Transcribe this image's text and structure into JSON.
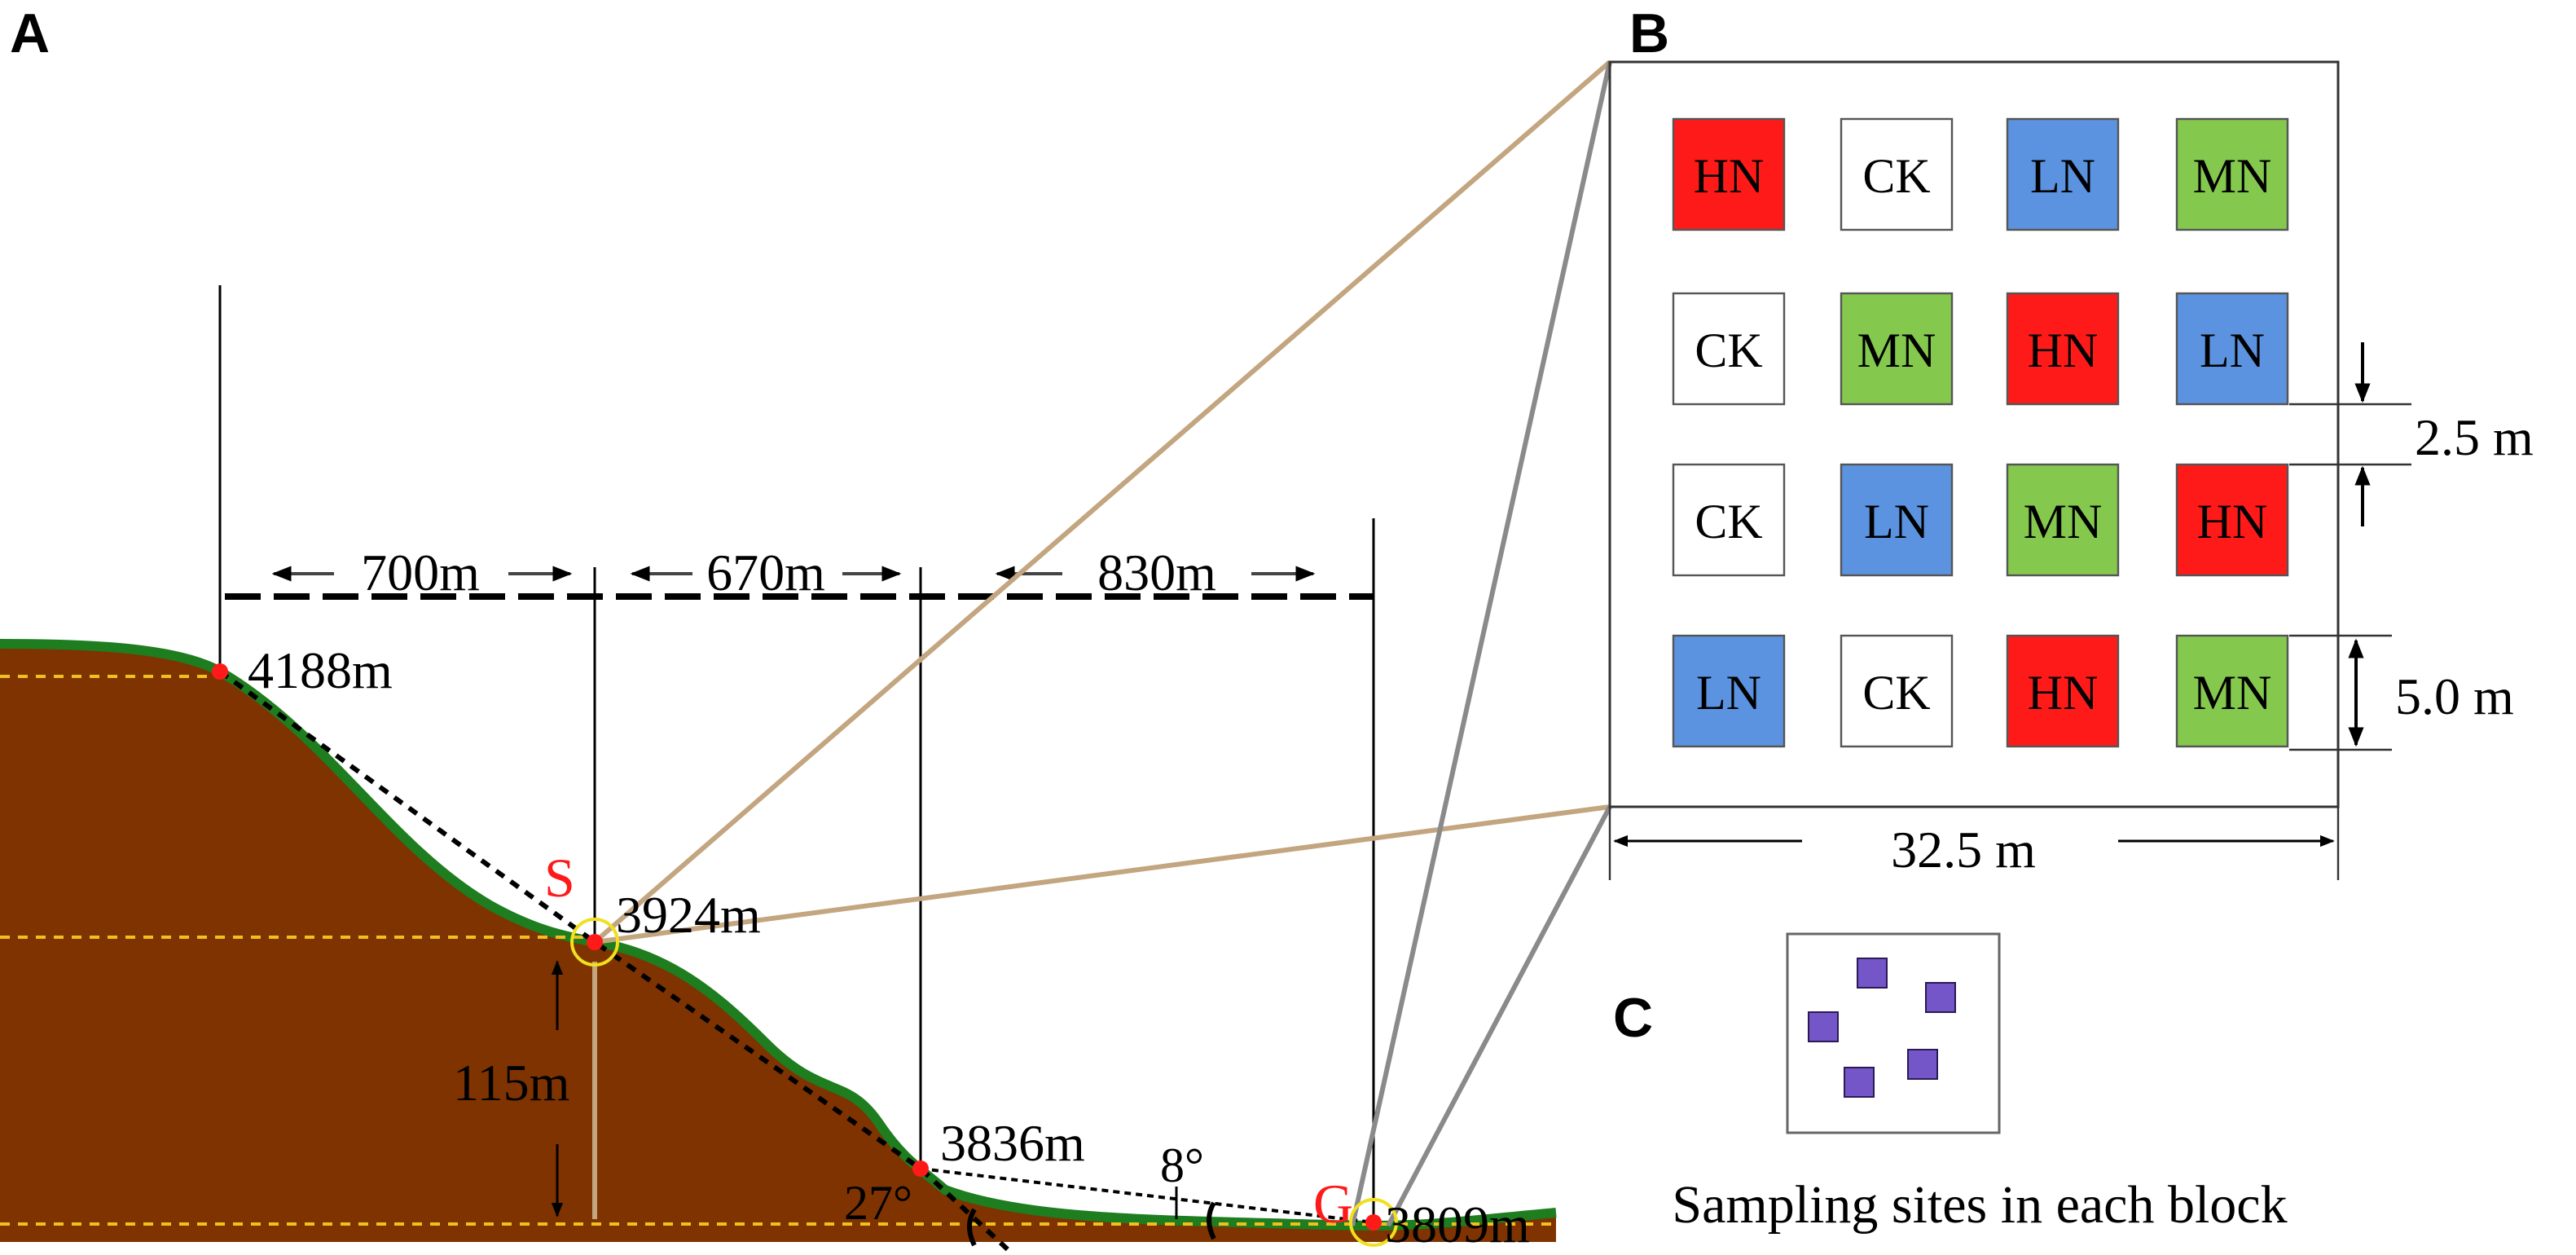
{
  "panels": {
    "a": "A",
    "b": "B",
    "c": "C"
  },
  "profile": {
    "summit_elevation": "4188m",
    "s_label": "S",
    "s_elevation": "3924m",
    "mid_elevation": "3836m",
    "g_label": "G",
    "g_elevation": "3809m",
    "height_diff": "115m",
    "angle_steep": "27°",
    "angle_gentle": "8°",
    "distances": [
      "700m",
      "670m",
      "830m"
    ]
  },
  "plot_layout": {
    "rows": [
      [
        "HN",
        "CK",
        "LN",
        "MN"
      ],
      [
        "CK",
        "MN",
        "HN",
        "LN"
      ],
      [
        "CK",
        "LN",
        "MN",
        "HN"
      ],
      [
        "LN",
        "CK",
        "HN",
        "MN"
      ]
    ],
    "colors": {
      "HN": "#ff1a1a",
      "CK": "#ffffff",
      "LN": "#5b93e0",
      "MN": "#84c94e"
    },
    "gap_label": "2.5 m",
    "plot_size_label": "5.0 m",
    "width_label": "32.5 m"
  },
  "sampling": {
    "caption": "Sampling sites in each block",
    "site_count": 5,
    "site_color": "#7556c8"
  },
  "colors": {
    "soil": "#7f3300",
    "grass": "#1e7d1e",
    "marker": "#ff1a1a",
    "guide": "#c3a57f"
  }
}
